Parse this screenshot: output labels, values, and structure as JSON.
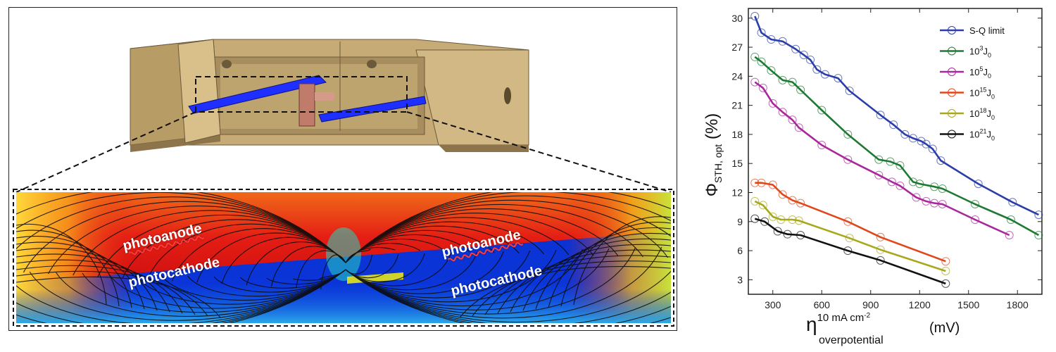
{
  "figure": {
    "labels": {
      "photoanode_left": "photoanode",
      "photocathode_left": "photocathode",
      "photoanode_right": "photoanode",
      "photocathode_right": "photocathode"
    },
    "colors": {
      "housing": "#cbb07a",
      "housing_dark": "#8d744a",
      "electrode": "#1f2fff",
      "membrane": "#c07b6a",
      "field_hot": "#e41e14",
      "field_cold": "#0a2fcf"
    }
  },
  "chart_data": {
    "type": "line",
    "ylabel": "Φ",
    "ylabel_subscript": "STH, opt",
    "ylabel_unit": "(%)",
    "xlabel": "η",
    "xlabel_superscript": "10 mA cm",
    "xlabel_superscript_exp": "-2",
    "xlabel_subscript": "overpotential",
    "xlabel_unit": "(mV)",
    "xlim": [
      150,
      1950
    ],
    "ylim": [
      1.5,
      31
    ],
    "xticks": [
      300,
      600,
      900,
      1200,
      1500,
      1800
    ],
    "yticks": [
      3,
      6,
      9,
      12,
      15,
      18,
      21,
      24,
      27,
      30
    ],
    "legend_position": "top-right",
    "series": [
      {
        "name": "S-Q limit",
        "name_base": "S-Q limit",
        "name_exp": "",
        "name_tail": "",
        "color": "#2b3ea8",
        "x": [
          190,
          230,
          290,
          360,
          440,
          490,
          530,
          570,
          620,
          700,
          770,
          960,
          1040,
          1110,
          1160,
          1210,
          1240,
          1280,
          1330,
          1560,
          1770,
          1930
        ],
        "y": [
          30.2,
          28.5,
          27.8,
          27.6,
          26.8,
          26.2,
          25.7,
          24.7,
          24.2,
          23.8,
          22.5,
          20.0,
          19.0,
          18.0,
          17.6,
          17.3,
          17.0,
          16.5,
          15.3,
          12.9,
          11.0,
          9.7
        ]
      },
      {
        "name": "10^3 J0",
        "name_base": "10",
        "name_exp": "3",
        "name_tail": "J",
        "color": "#1e7a32",
        "x": [
          190,
          230,
          290,
          360,
          420,
          470,
          600,
          760,
          950,
          1020,
          1080,
          1160,
          1200,
          1290,
          1340,
          1540,
          1760,
          1930
        ],
        "y": [
          26.0,
          25.5,
          24.6,
          23.6,
          23.4,
          22.6,
          20.5,
          18.0,
          15.4,
          15.2,
          14.8,
          13.1,
          12.9,
          12.6,
          12.4,
          10.8,
          9.2,
          7.6
        ]
      },
      {
        "name": "10^5 J0",
        "name_base": "10",
        "name_exp": "5",
        "name_tail": "J",
        "color": "#a8289c",
        "x": [
          190,
          240,
          300,
          360,
          420,
          460,
          600,
          760,
          950,
          1030,
          1080,
          1180,
          1240,
          1290,
          1340,
          1540,
          1750
        ],
        "y": [
          23.4,
          22.8,
          21.2,
          20.3,
          19.5,
          18.7,
          16.9,
          15.4,
          13.8,
          13.1,
          12.7,
          11.5,
          11.1,
          10.9,
          10.8,
          9.2,
          7.6
        ]
      },
      {
        "name": "10^15 J0",
        "name_base": "10",
        "name_exp": "15",
        "name_tail": "J",
        "color": "#e0481c",
        "x": [
          190,
          230,
          300,
          360,
          420,
          470,
          760,
          960,
          1360
        ],
        "y": [
          13.0,
          13.0,
          12.8,
          11.8,
          11.2,
          10.9,
          9.0,
          7.4,
          4.9
        ]
      },
      {
        "name": "10^18 J0",
        "name_base": "10",
        "name_exp": "18",
        "name_tail": "J",
        "color": "#a8a81c",
        "x": [
          190,
          240,
          300,
          350,
          420,
          460,
          770,
          960,
          1360
        ],
        "y": [
          11.1,
          10.7,
          9.5,
          9.2,
          9.2,
          9.1,
          7.3,
          6.1,
          3.9
        ]
      },
      {
        "name": "10^21 J0",
        "name_base": "10",
        "name_exp": "21",
        "name_tail": "J",
        "color": "#111111",
        "x": [
          190,
          250,
          330,
          390,
          470,
          760,
          960,
          1360
        ],
        "y": [
          9.3,
          9.0,
          8.0,
          7.7,
          7.6,
          6.0,
          5.0,
          2.6
        ]
      }
    ]
  }
}
